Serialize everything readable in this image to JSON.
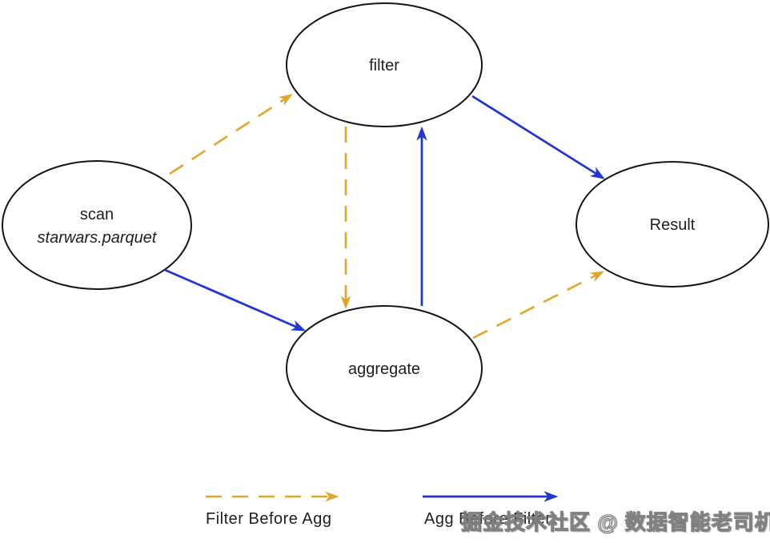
{
  "diagram": {
    "nodes": {
      "scan": {
        "line1": "scan",
        "line2": "starwars.parquet"
      },
      "filter": {
        "label": "filter"
      },
      "aggregate": {
        "label": "aggregate"
      },
      "result": {
        "label": "Result"
      }
    },
    "edges": [
      {
        "from": "scan",
        "to": "filter",
        "style": "dashed",
        "plan": "Filter Before Agg"
      },
      {
        "from": "filter",
        "to": "aggregate",
        "style": "dashed",
        "plan": "Filter Before Agg"
      },
      {
        "from": "aggregate",
        "to": "result",
        "style": "dashed",
        "plan": "Filter Before Agg"
      },
      {
        "from": "scan",
        "to": "aggregate",
        "style": "solid",
        "plan": "Agg Before Filter"
      },
      {
        "from": "aggregate",
        "to": "filter",
        "style": "solid",
        "plan": "Agg Before Filter"
      },
      {
        "from": "filter",
        "to": "result",
        "style": "solid",
        "plan": "Agg Before Filter"
      }
    ]
  },
  "legend": {
    "items": [
      {
        "label": "Filter Before Agg",
        "line_style": "dashed",
        "color": "#E0A62A"
      },
      {
        "label": "Agg Before Filter",
        "line_style": "solid",
        "color": "#2136D3"
      }
    ]
  },
  "watermark": {
    "text": "掘金技术社区 @ 数据智能老司机"
  },
  "colors": {
    "gold": "#E0A62A",
    "blue": "#2136D3",
    "node_stroke": "#151515",
    "text": "#1f1f1f",
    "background": "#ffffff"
  }
}
